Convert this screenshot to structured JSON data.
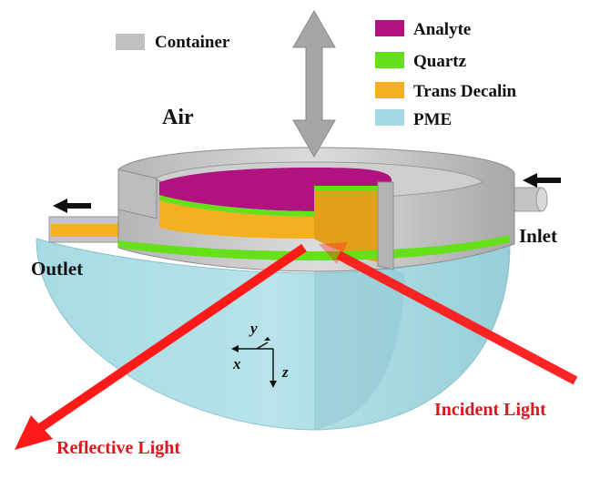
{
  "legend": {
    "container": {
      "label": "Container",
      "color": "#c0c0c0"
    },
    "items": [
      {
        "label": "Analyte",
        "color": "#b0127f"
      },
      {
        "label": "Quartz",
        "color": "#66e01a"
      },
      {
        "label": "Trans Decalin",
        "color": "#f5b022"
      },
      {
        "label": "PME",
        "color": "#a3d9e2"
      }
    ]
  },
  "labels": {
    "air": "Air",
    "outlet": "Outlet",
    "inlet": "Inlet",
    "incident": "Incident Light",
    "reflective": "Reflective Light"
  },
  "axes": {
    "x": "x",
    "y": "y",
    "z": "z"
  },
  "colors": {
    "beam": "#ff1a1a",
    "beam_text": "#e0141c",
    "arrow_gray": "#a6a6a6"
  }
}
